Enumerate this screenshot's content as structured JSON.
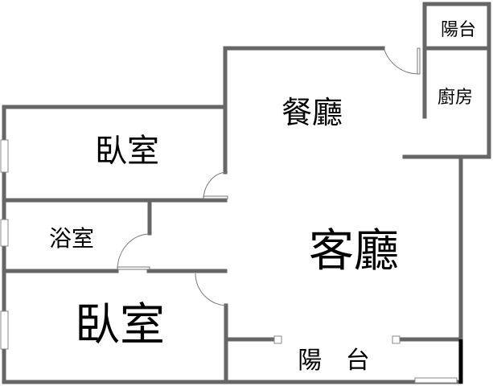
{
  "rooms": {
    "dining": "餐廳",
    "living": "客廳",
    "bedroom_top": "臥室",
    "bathroom": "浴室",
    "bedroom_bottom": "臥室",
    "balcony_bottom": "陽 台",
    "balcony_top": "陽台",
    "kitchen": "廚房"
  },
  "colors": {
    "wall": "#666666",
    "accent_wall": "#000000"
  }
}
